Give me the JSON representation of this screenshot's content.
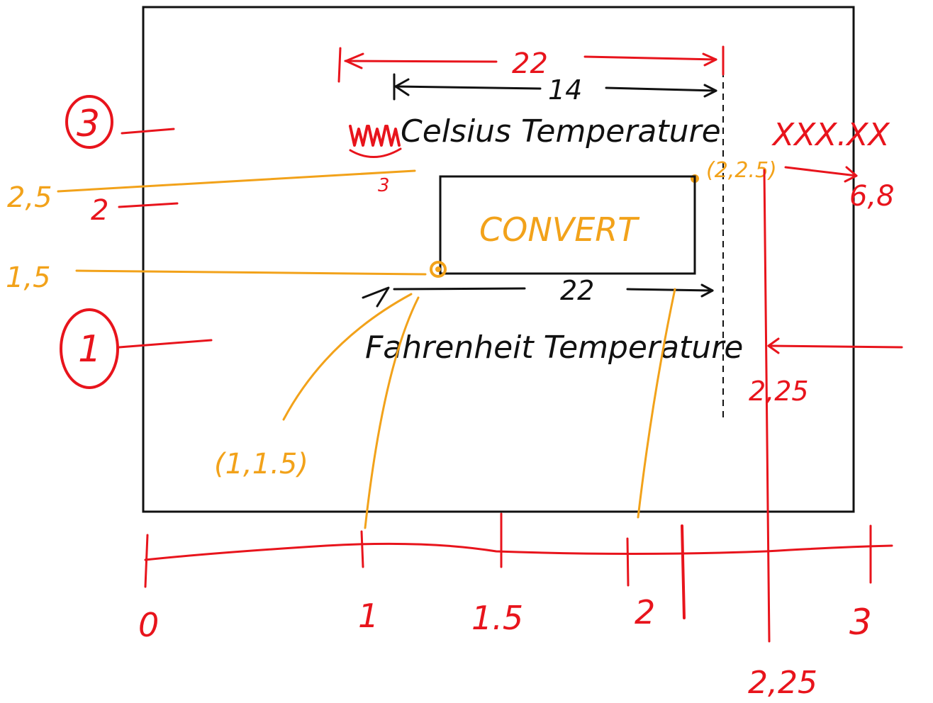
{
  "colors": {
    "black_ink": "#111111",
    "red_ink": "#e8141c",
    "orange_ink": "#f2a21a"
  },
  "window": {
    "celsius_label": "Celsius Temperature",
    "fahrenheit_label": "Fahrenheit Temperature",
    "convert_label": "CONVERT"
  },
  "annotations": {
    "dim_22_top": "22",
    "dim_14": "14",
    "dim_22_bottom": "22",
    "circled_3": "3",
    "circled_1": "1",
    "left_2_5": "2,5",
    "left_1_5": "1,5",
    "left_2": "2",
    "small_3": "3",
    "point_button_left": "(1,1.5)",
    "point_button_right": "(2,2.5)",
    "output_format": "XXX.XX",
    "output_width": "6,8",
    "output_x": "2,25",
    "output_x_bottom": "2,25"
  },
  "axis": {
    "ticks": [
      "0",
      "1",
      "1.5",
      "2",
      "3"
    ]
  }
}
